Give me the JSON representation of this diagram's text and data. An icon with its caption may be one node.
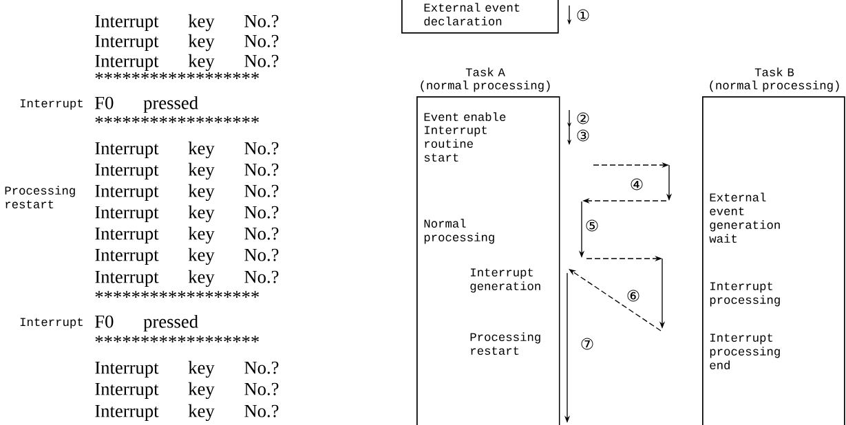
{
  "diagram": {
    "nodes": [
      {
        "text": [
          "External event declaration"
        ]
      },
      {
        "text": [
          "Task A",
          "(normal processing)",
          "Event enable",
          "Interrupt routine start",
          "Normal processing",
          "Interrupt generation",
          "Processing restart"
        ]
      },
      {
        "text": [
          "Task B",
          "(normal processing)",
          "External event generation wait",
          "Interrupt processing",
          "Interrupt processing end"
        ]
      }
    ],
    "labels": [
      "Interrupt key No.?",
      "Interrupt key No.?",
      "Interrupt key No.?",
      "******************",
      "Interrupt",
      "F0 pressed",
      "******************",
      "Interrupt key No.?",
      "Interrupt key No.?",
      "Processing restart",
      "Interrupt key No.?",
      "Interrupt key No.?",
      "Interrupt key No.?",
      "Interrupt key No.?",
      "Interrupt key No.?",
      "******************",
      "Interrupt",
      "F0 pressed",
      "******************",
      "Interrupt key No.?",
      "Interrupt key No.?",
      "Interrupt key No.?",
      "①",
      "②",
      "③",
      "④",
      "⑤",
      "⑥",
      "⑦"
    ]
  }
}
